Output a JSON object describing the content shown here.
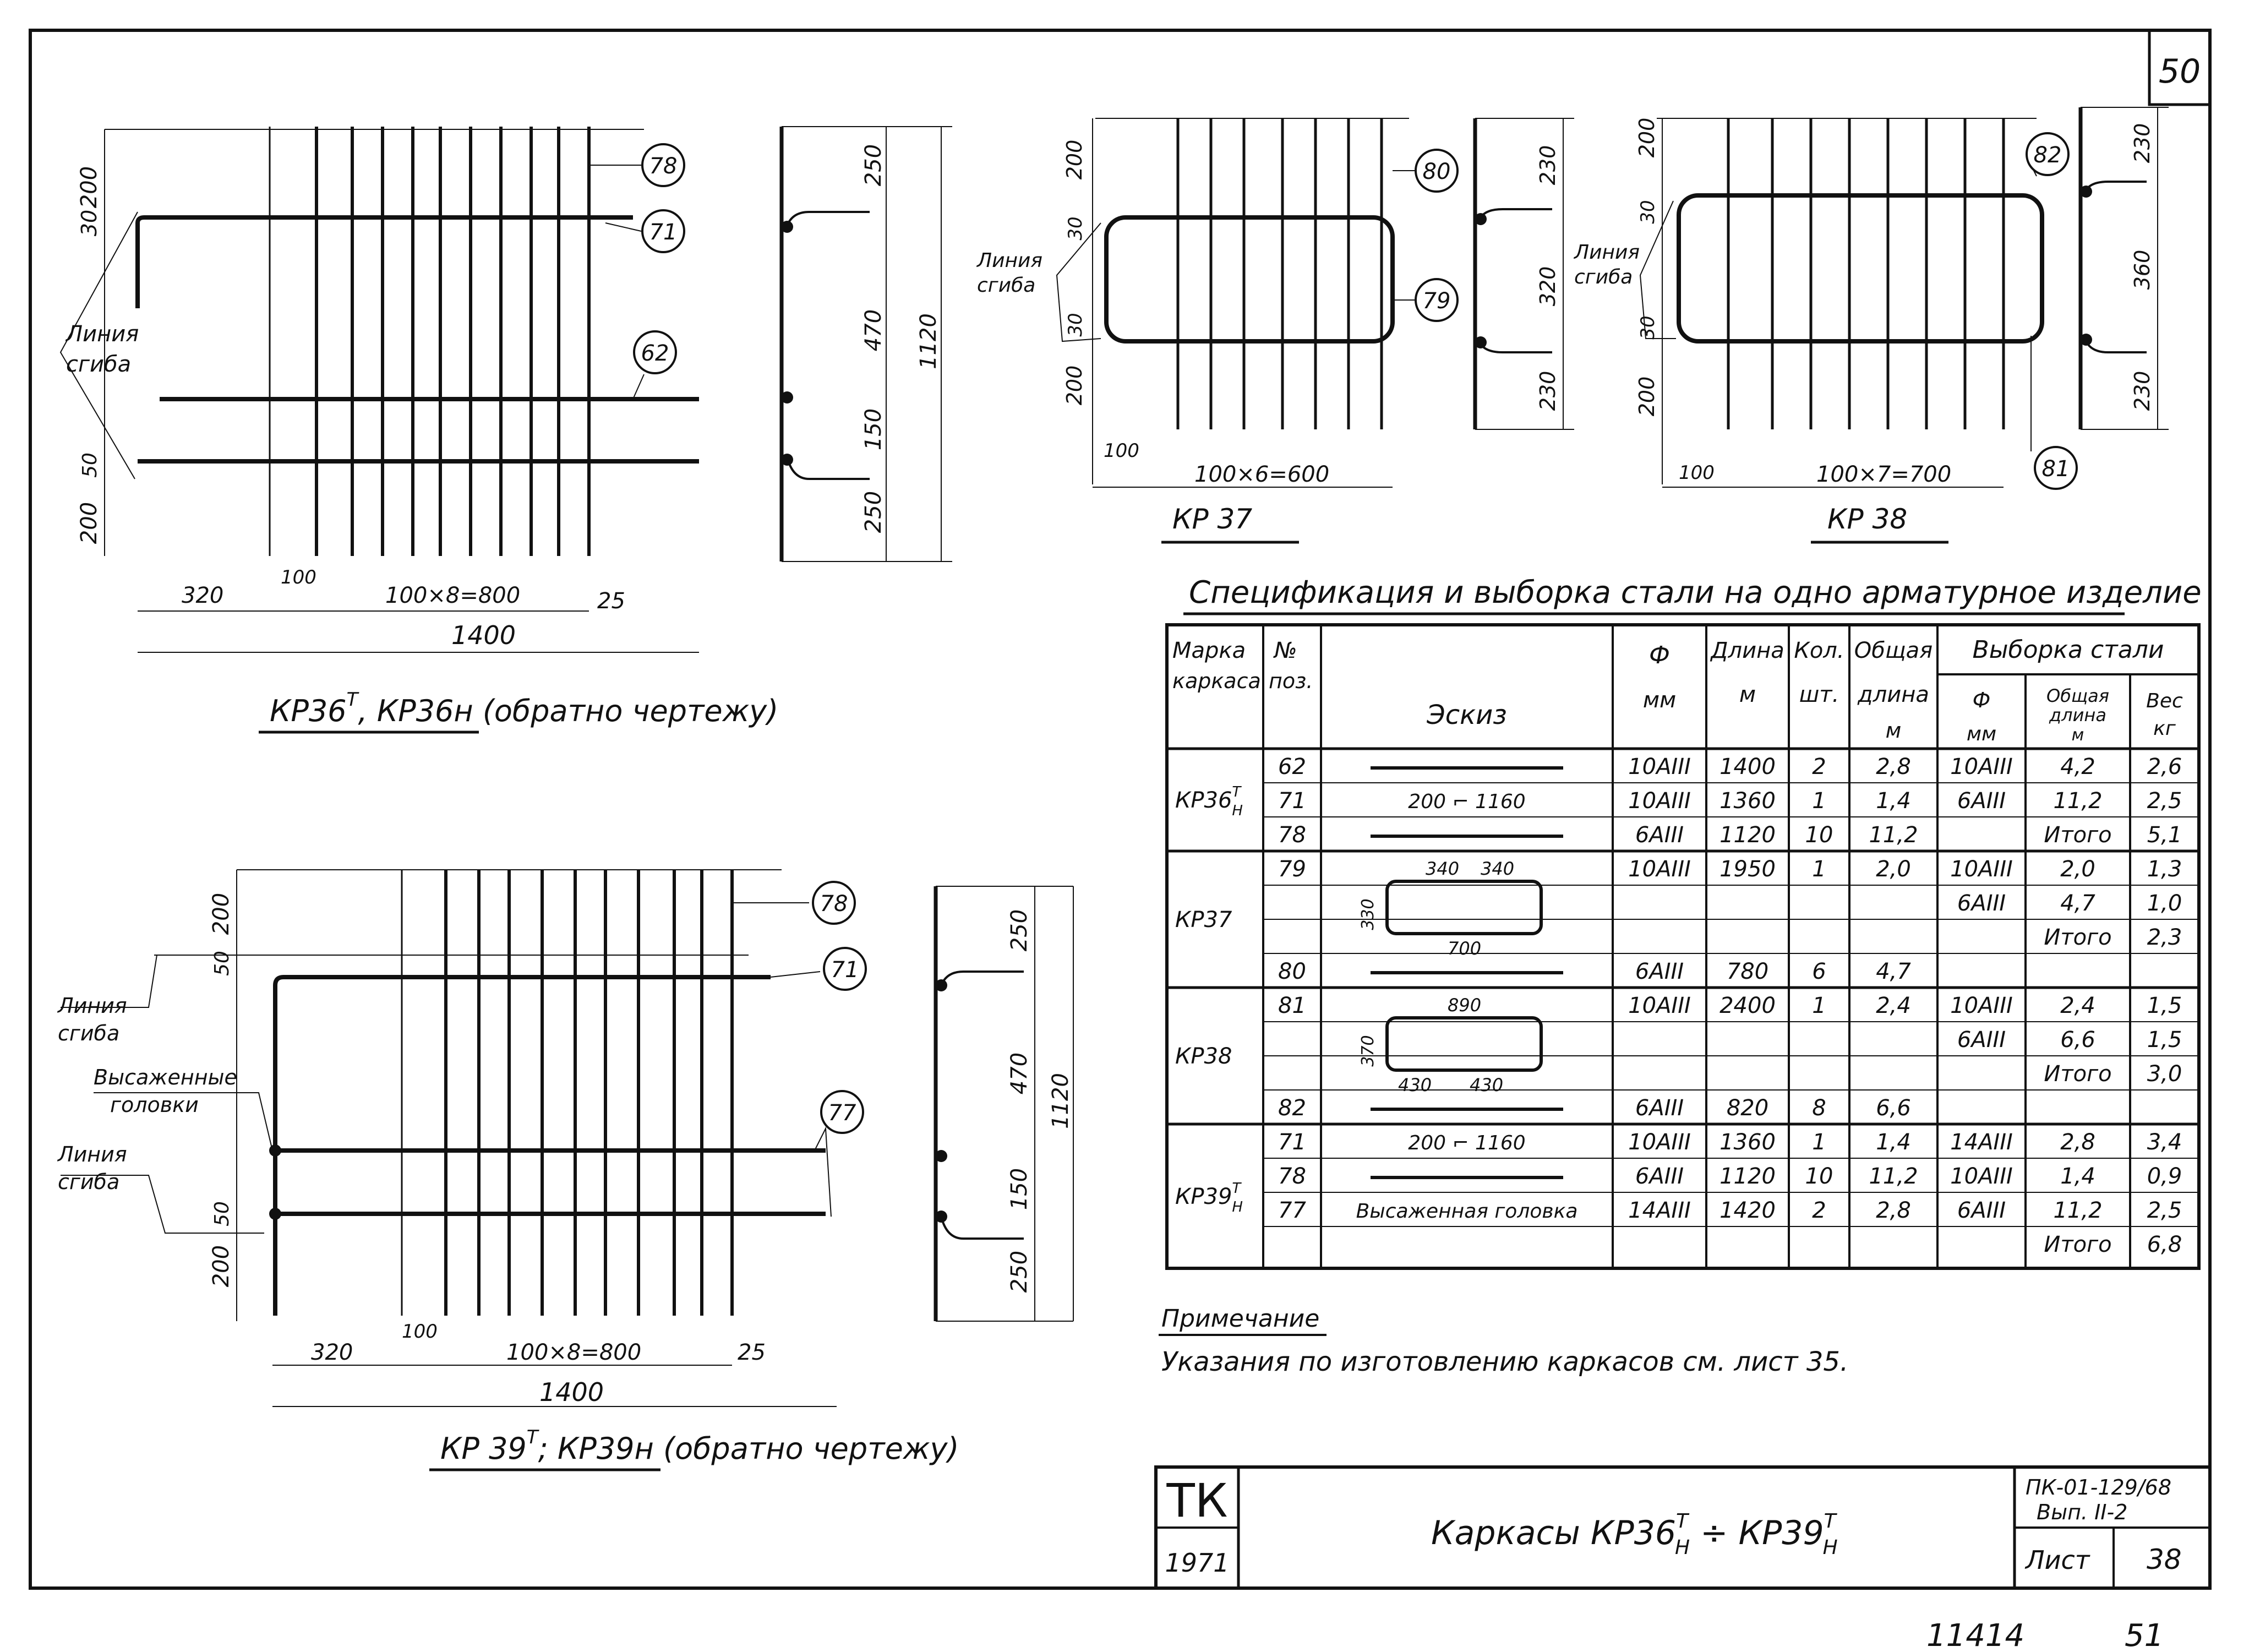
{
  "sheet": {
    "corner_number": "50",
    "bottom_numbers": [
      "11414",
      "51"
    ],
    "ink_color": "#111111",
    "paper_color": "#ffffff"
  },
  "drawings": {
    "kp36": {
      "title": "КР36",
      "title_sup": "Т",
      "title_rest": ", КР36н (обратно чертежу)",
      "label_bend": [
        "Линия",
        "сгиба"
      ],
      "pos_callouts": [
        "78",
        "71",
        "62"
      ],
      "dims_left": [
        "200",
        "30",
        "50",
        "200"
      ],
      "dims_bottom": [
        "100",
        "320",
        "100×8=800",
        "25",
        "1400"
      ],
      "side_dims": [
        "250",
        "470",
        "150",
        "250",
        "1120"
      ]
    },
    "kp37": {
      "title": "КР 37",
      "label_bend": [
        "Линия",
        "сгиба"
      ],
      "pos_callouts": [
        "80",
        "79"
      ],
      "dims_left": [
        "200",
        "30",
        "30",
        "200"
      ],
      "dims_bottom": [
        "100",
        "100×6=600"
      ],
      "side_dims": [
        "230",
        "320",
        "230"
      ]
    },
    "kp38": {
      "title": "КР 38",
      "label_bend": [
        "Линия",
        "сгиба"
      ],
      "pos_callouts": [
        "82",
        "81"
      ],
      "dims_left": [
        "200",
        "30",
        "30",
        "200"
      ],
      "dims_bottom": [
        "100",
        "100×7=700"
      ],
      "side_dims": [
        "230",
        "360",
        "230"
      ]
    },
    "kp39": {
      "title": "КР 39",
      "title_sup": "Т",
      "title_rest": "; КР39н (обратно чертежу)",
      "label_bend1": [
        "Линия",
        "сгиба"
      ],
      "label_heads": [
        "Высаженные",
        "головки"
      ],
      "label_bend2": [
        "Линия",
        "сгиба"
      ],
      "pos_callouts": [
        "78",
        "71",
        "77"
      ],
      "dims_left": [
        "200",
        "50",
        "50",
        "200"
      ],
      "dims_bottom": [
        "100",
        "320",
        "100×8=800",
        "25",
        "1400"
      ],
      "side_dims": [
        "250",
        "470",
        "150",
        "250",
        "1120"
      ]
    }
  },
  "spec": {
    "title": "Спецификация и выборка стали на одно арматурное изделие",
    "headers": {
      "mark": [
        "Марка",
        "каркаса"
      ],
      "pos": [
        "№",
        "поз."
      ],
      "sketch": "Эскиз",
      "phi": [
        "Ф",
        "мм"
      ],
      "length": [
        "Длина",
        "м"
      ],
      "count": [
        "Кол.",
        "шт."
      ],
      "total": [
        "Общая",
        "длина",
        "м"
      ],
      "sample": "Выборка стали",
      "s_phi": [
        "Ф",
        "мм"
      ],
      "s_total": [
        "Общая",
        "длина",
        "м"
      ],
      "s_weight": [
        "Вес",
        "кг"
      ]
    },
    "groups": [
      {
        "mark": "КР36",
        "mark_sup": "Т",
        "mark_sub": "Н",
        "rows": [
          {
            "pos": "62",
            "sketch": "",
            "phi": "10АIII",
            "len": "1400",
            "qty": "2",
            "tot": "2,8",
            "sphi": "10АIII",
            "stot": "4,2",
            "swt": "2,6"
          },
          {
            "pos": "71",
            "sketch": "200 ⌐ 1160",
            "phi": "10АIII",
            "len": "1360",
            "qty": "1",
            "tot": "1,4",
            "sphi": "6АIII",
            "stot": "11,2",
            "swt": "2,5"
          },
          {
            "pos": "78",
            "sketch": "",
            "phi": "6АIII",
            "len": "1120",
            "qty": "10",
            "tot": "11,2",
            "sphi": "",
            "stot": "Итого",
            "swt": "5,1"
          }
        ]
      },
      {
        "mark": "КР37",
        "rows": [
          {
            "pos": "79",
            "sketch": "",
            "phi": "10АIII",
            "len": "1950",
            "qty": "1",
            "tot": "2,0",
            "sphi": "10АIII",
            "stot": "2,0",
            "swt": "1,3"
          },
          {
            "pos": "",
            "sketch": "",
            "phi": "",
            "len": "",
            "qty": "",
            "tot": "",
            "sphi": "6АIII",
            "stot": "4,7",
            "swt": "1,0"
          },
          {
            "pos": "",
            "sketch": "",
            "phi": "",
            "len": "",
            "qty": "",
            "tot": "",
            "sphi": "",
            "stot": "Итого",
            "swt": "2,3"
          },
          {
            "pos": "80",
            "sketch": "",
            "phi": "6АIII",
            "len": "780",
            "qty": "6",
            "tot": "4,7",
            "sphi": "",
            "stot": "",
            "swt": ""
          }
        ],
        "loop_dims": [
          "340",
          "340",
          "330",
          "700"
        ]
      },
      {
        "mark": "КР38",
        "rows": [
          {
            "pos": "81",
            "sketch": "",
            "phi": "10АIII",
            "len": "2400",
            "qty": "1",
            "tot": "2,4",
            "sphi": "10АIII",
            "stot": "2,4",
            "swt": "1,5"
          },
          {
            "pos": "",
            "sketch": "",
            "phi": "",
            "len": "",
            "qty": "",
            "tot": "",
            "sphi": "6АIII",
            "stot": "6,6",
            "swt": "1,5"
          },
          {
            "pos": "",
            "sketch": "",
            "phi": "",
            "len": "",
            "qty": "",
            "tot": "",
            "sphi": "",
            "stot": "Итого",
            "swt": "3,0"
          },
          {
            "pos": "82",
            "sketch": "",
            "phi": "6АIII",
            "len": "820",
            "qty": "8",
            "tot": "6,6",
            "sphi": "",
            "stot": "",
            "swt": ""
          }
        ],
        "loop_dims": [
          "890",
          "370",
          "430",
          "430"
        ]
      },
      {
        "mark": "КР39",
        "mark_sup": "Т",
        "mark_sub": "Н",
        "rows": [
          {
            "pos": "71",
            "sketch": "200 ⌐ 1160",
            "phi": "10АIII",
            "len": "1360",
            "qty": "1",
            "tot": "1,4",
            "sphi": "14АIII",
            "stot": "2,8",
            "swt": "3,4"
          },
          {
            "pos": "78",
            "sketch": "",
            "phi": "6АIII",
            "len": "1120",
            "qty": "10",
            "tot": "11,2",
            "sphi": "10АIII",
            "stot": "1,4",
            "swt": "0,9"
          },
          {
            "pos": "77",
            "sketch": "Высаженная головка",
            "phi": "14АIII",
            "len": "1420",
            "qty": "2",
            "tot": "2,8",
            "sphi": "6АIII",
            "stot": "11,2",
            "swt": "2,5"
          },
          {
            "pos": "",
            "sketch": "",
            "phi": "",
            "len": "",
            "qty": "",
            "tot": "",
            "sphi": "",
            "stot": "Итого",
            "swt": "6,8"
          }
        ]
      }
    ]
  },
  "note": {
    "heading": "Примечание",
    "text": "Указания по изготовлению каркасов см. лист 35."
  },
  "stamp": {
    "org": "ТК",
    "year": "1971",
    "title": "Каркасы  КР36",
    "title_mid": " ÷ КР39",
    "sup": "Т",
    "sub": "Н",
    "series": "ПК-01-129/68",
    "issue": "Вып. II-2",
    "sheet_label": "Лист",
    "sheet_no": "38"
  }
}
